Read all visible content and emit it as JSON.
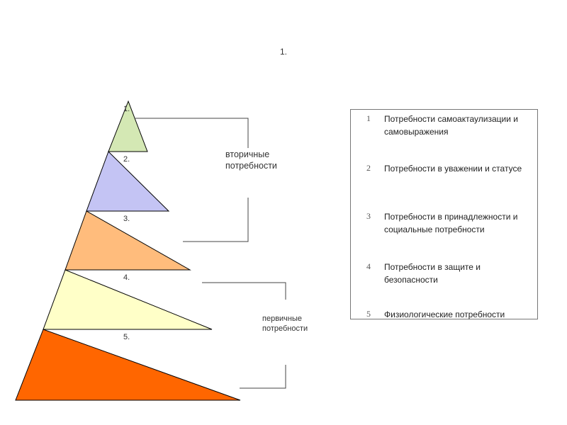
{
  "title": "1.",
  "pyramid": {
    "levels": [
      {
        "label": "1.",
        "color": "#d4e8b4"
      },
      {
        "label": "2.",
        "color": "#c4c4f4"
      },
      {
        "label": "3.",
        "color": "#ffbc7c"
      },
      {
        "label": "4.",
        "color": "#ffffc8"
      },
      {
        "label": "5.",
        "color": "#ff6600"
      }
    ]
  },
  "groups": {
    "secondary": "вторичные потребности",
    "primary": "первичные потребности"
  },
  "legend": {
    "items": [
      {
        "num": "1",
        "text": "Потребности самоактаулизации и самовыражения"
      },
      {
        "num": "2",
        "text": "Потребности в уважении и статусе"
      },
      {
        "num": "3",
        "text": "Потребности в принадлежности и социальные потребности"
      },
      {
        "num": "4",
        "text": "Потребности в защите и безопасности"
      },
      {
        "num": "5",
        "text": "Физиологические потребности"
      }
    ]
  }
}
